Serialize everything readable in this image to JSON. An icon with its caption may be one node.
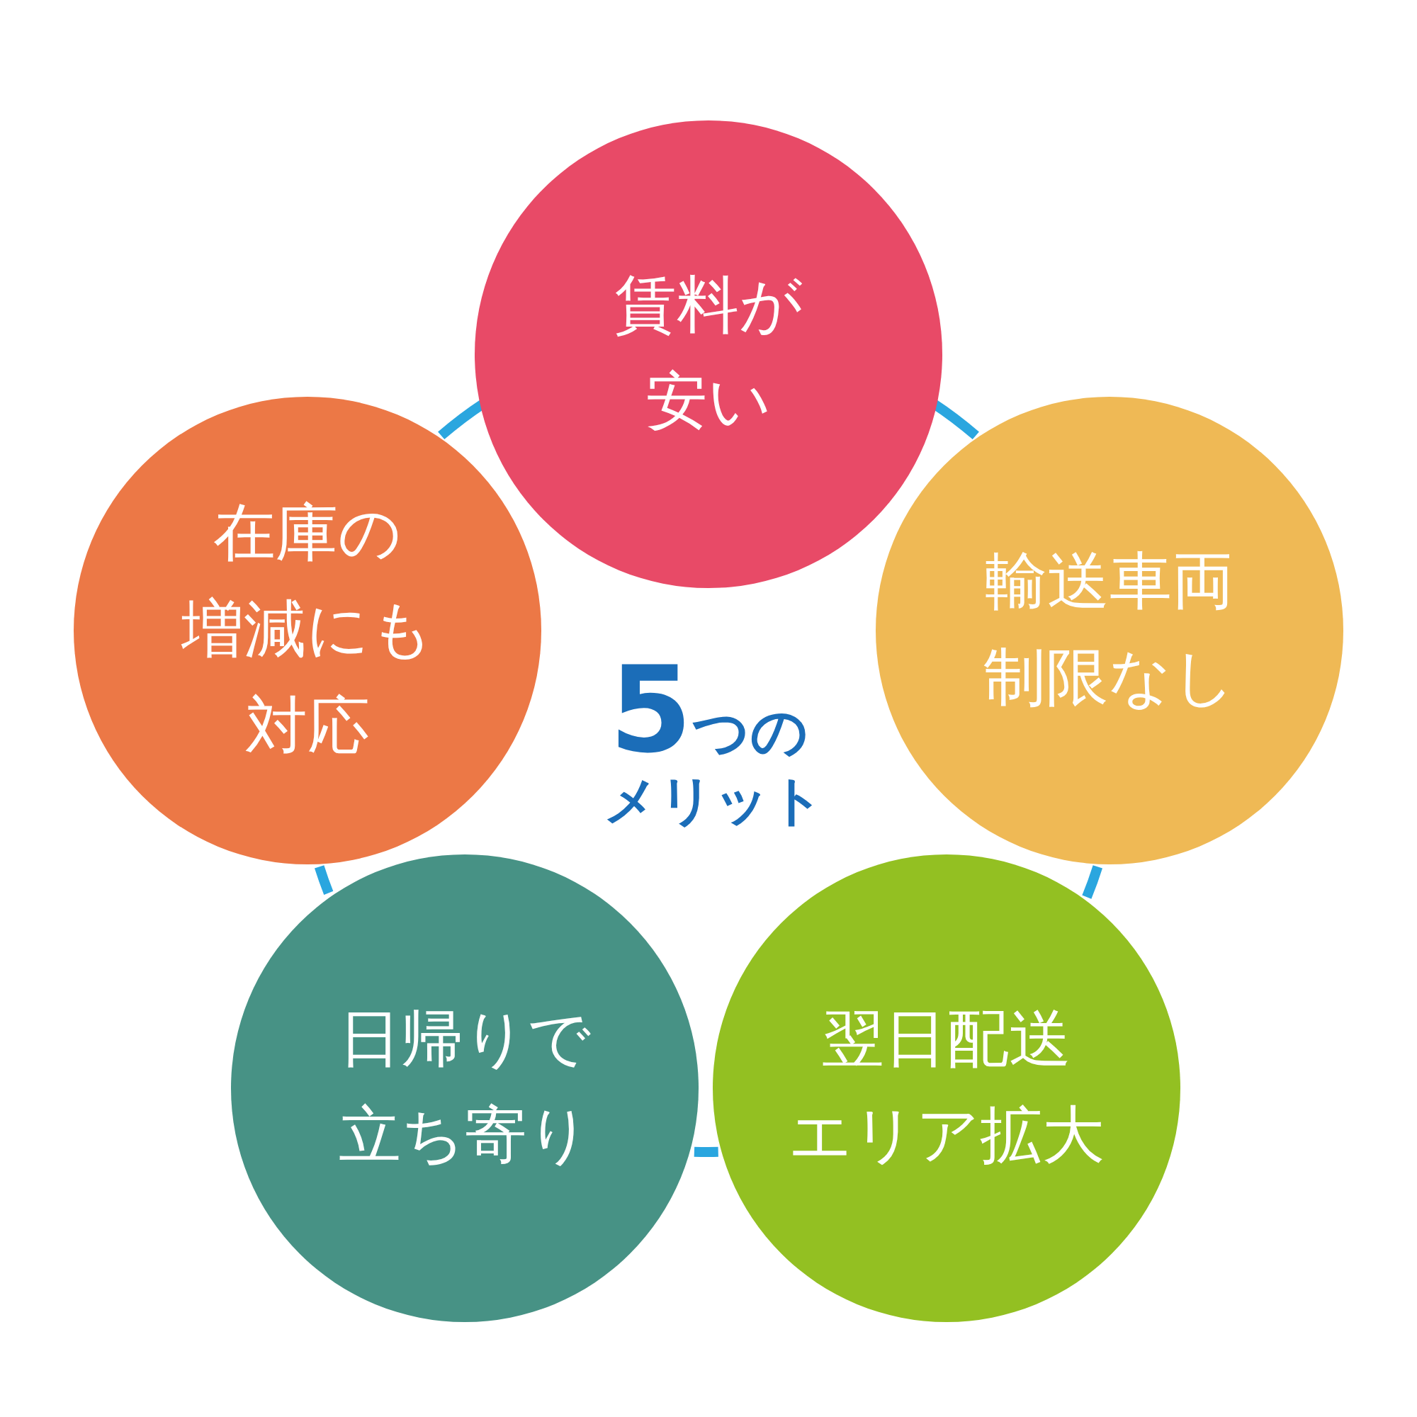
{
  "diagram": {
    "nodes": [
      {
        "text": [
          "賃料が安い"
        ]
      },
      {
        "text": [
          "在庫の増減にも対応"
        ]
      },
      {
        "text": [
          "輸送車両制限なし"
        ]
      },
      {
        "text": [
          "日帰りで立ち寄り"
        ]
      },
      {
        "text": [
          "翌日配送エリア拡大"
        ]
      }
    ],
    "edges": [
      {
        "from": 0,
        "to": 2,
        "arrow": "none"
      },
      {
        "from": 2,
        "to": 4,
        "arrow": "none"
      },
      {
        "from": 4,
        "to": 3,
        "arrow": "none"
      },
      {
        "from": 3,
        "to": 1,
        "arrow": "none"
      },
      {
        "from": 1,
        "to": 0,
        "arrow": "none"
      }
    ],
    "labels": [
      "5つの",
      "メリット"
    ]
  }
}
